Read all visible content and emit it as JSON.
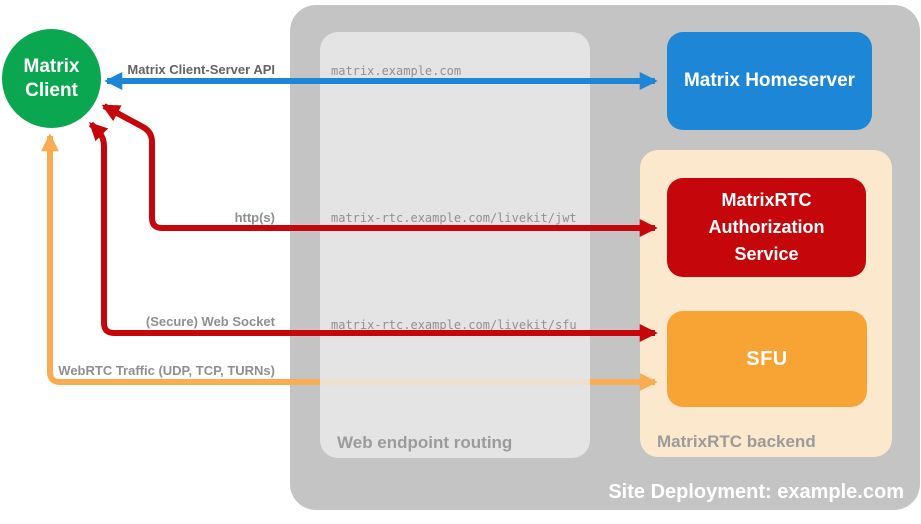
{
  "diagram": {
    "caption": "Site Deployment: example.com"
  },
  "nodes": {
    "client": "Matrix Client",
    "homeserver": "Matrix Homeserver",
    "auth_service": "MatrixRTC Authorization Service",
    "sfu": "SFU"
  },
  "web_routing": {
    "caption": "Web endpoint routing",
    "endpoints": [
      "matrix.example.com",
      "matrix-rtc.example.com/livekit/jwt",
      "matrix-rtc.example.com/livekit/sfu"
    ]
  },
  "backend": {
    "caption": "MatrixRTC backend"
  },
  "connections": [
    {
      "label": "Matrix Client-Server API",
      "color": "#1e86d6",
      "bidirectional": true
    },
    {
      "label": "http(s)",
      "color": "#c5070c",
      "bidirectional": true
    },
    {
      "label": "(Secure) Web Socket",
      "color": "#c5070c",
      "bidirectional": true
    },
    {
      "label": "WebRTC Traffic (UDP, TCP, TURNs)",
      "color": "#f9ad52",
      "bidirectional": true
    }
  ],
  "colors": {
    "client_green": "#0ba750",
    "homeserver_blue": "#1e86d6",
    "auth_red": "#c5070c",
    "sfu_orange": "#f7a434",
    "webrtc_arrow_orange": "#f9ad52",
    "backend_peach": "#fce8cd",
    "site_container_gray": "#c4c4c4",
    "routing_box_gray": "#ececec",
    "caption_gray": "#9b9b9b",
    "caption_white": "#ffffff"
  }
}
